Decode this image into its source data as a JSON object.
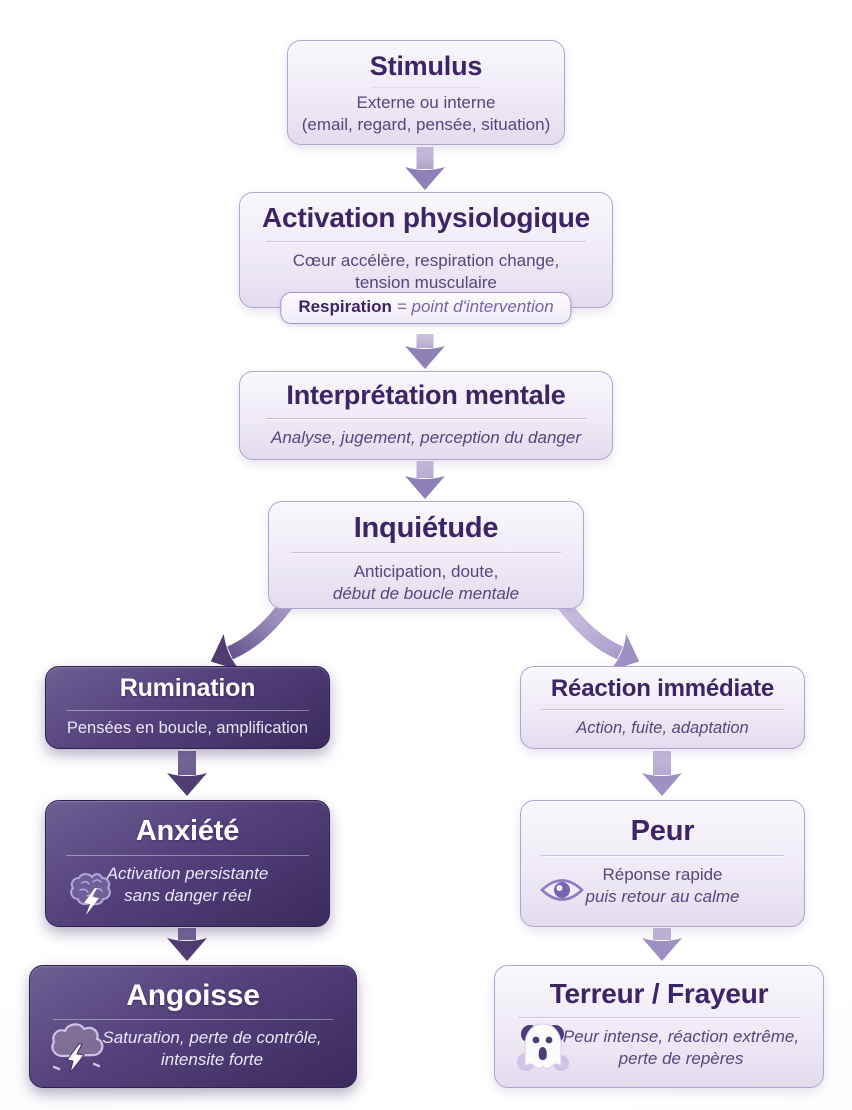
{
  "diagram": {
    "title_implicit": "Processus stimulus → peur / anxiété",
    "colors": {
      "title_purple": "#3d2565",
      "body_purple": "#55477c",
      "dark_box_top": "#6d5e94",
      "dark_box_bottom": "#3a2a5e",
      "light_box_bg": "#efeaf6",
      "light_box_border": "#b2a2cf",
      "arrow_light": "#a294c5",
      "arrow_mid": "#9282ba",
      "arrow_dark": "#544270"
    },
    "nodes": {
      "stimulus": {
        "title": "Stimulus",
        "lines": [
          "Externe ou interne",
          "(email, regard, pensée, situation)"
        ]
      },
      "activation": {
        "title": "Activation physiologique",
        "lines": [
          "Cœur accélère, respiration change,",
          "tension musculaire"
        ],
        "badge": {
          "bold": "Respiration",
          "rest": "= point d'intervention"
        }
      },
      "interpretation": {
        "title": "Interprétation mentale",
        "lines": [
          "Analyse, jugement, perception du danger"
        ]
      },
      "inquietude": {
        "title": "Inquiétude",
        "lines": [
          "Anticipation, doute,",
          "début de boucle mentale"
        ]
      },
      "rumination": {
        "title": "Rumination",
        "lines": [
          "Pensées en boucle, amplification"
        ]
      },
      "anxiete": {
        "title": "Anxiété",
        "lines": [
          "Activation persistante",
          "sans danger réel"
        ],
        "icon": "brain-bolt-icon"
      },
      "angoisse": {
        "title": "Angoisse",
        "lines": [
          "Saturation, perte de contrôle,",
          "intensite forte"
        ],
        "icon": "storm-cloud-bolt-icon"
      },
      "reaction": {
        "title": "Réaction immédiate",
        "lines": [
          "Action, fuite, adaptation"
        ]
      },
      "peur": {
        "title": "Peur",
        "lines": [
          "Réponse rapide",
          "puis retour au calme"
        ],
        "icon": "eye-icon"
      },
      "terreur": {
        "title": "Terreur / Frayeur",
        "lines": [
          "Peur intense, réaction extrême,",
          "perte de repères"
        ],
        "icon": "ghost-icon"
      }
    }
  }
}
